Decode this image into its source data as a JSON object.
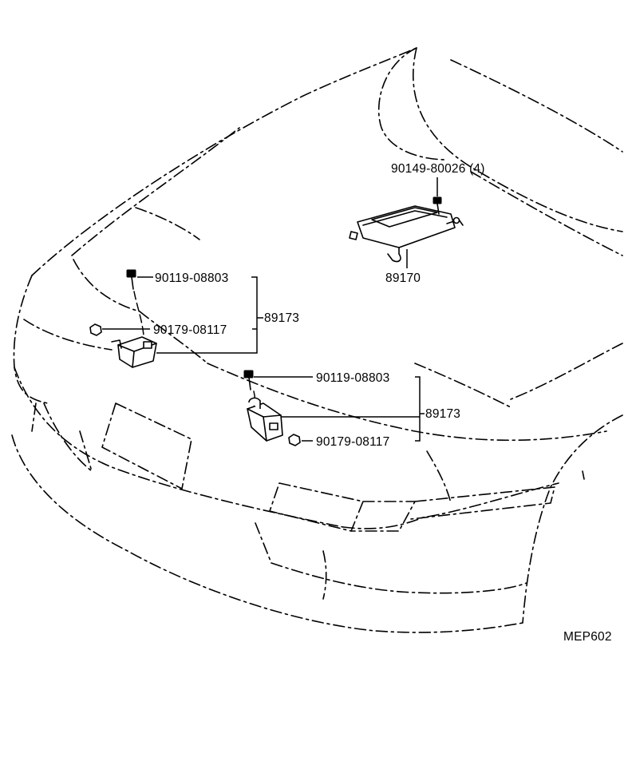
{
  "drawing_id": "MEP602",
  "callouts": {
    "bolt_ecu": "90149-80026 (4)",
    "ecu": "89170",
    "left_bolt": "90119-08803",
    "left_nut": "90179-08117",
    "left_sensor": "89173",
    "right_bolt": "90119-08803",
    "right_sensor": "89173",
    "right_nut": "90179-08117"
  }
}
